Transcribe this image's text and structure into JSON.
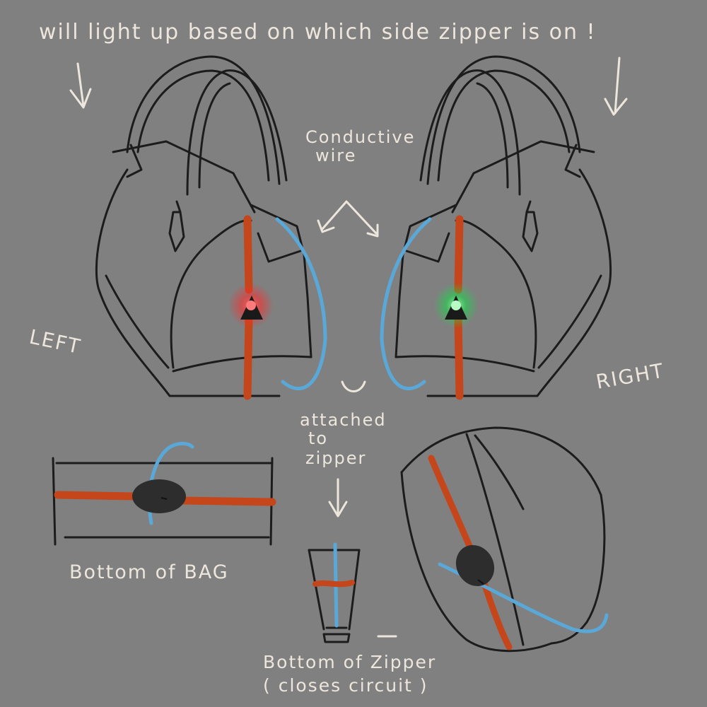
{
  "labels": {
    "header": "will light up based on which side zipper is on !",
    "conductive_line1": "Conductive",
    "conductive_line2": "wire",
    "left": "LEFT",
    "right": "RIGHT",
    "attached_line1": "attached",
    "attached_line2": "to",
    "attached_line3": "zipper",
    "bottom_bag": "Bottom of BAG",
    "bottom_zipper": "Bottom of Zipper",
    "closes_circuit": "( closes circuit )"
  },
  "colors": {
    "background": "#808080",
    "sketch": "#1c1c1c",
    "annotation": "#ece6dc",
    "zipper": "#c4461a",
    "wire": "#5aa8d8",
    "led_left": "#ff3b3b",
    "led_right": "#2ee05a"
  }
}
